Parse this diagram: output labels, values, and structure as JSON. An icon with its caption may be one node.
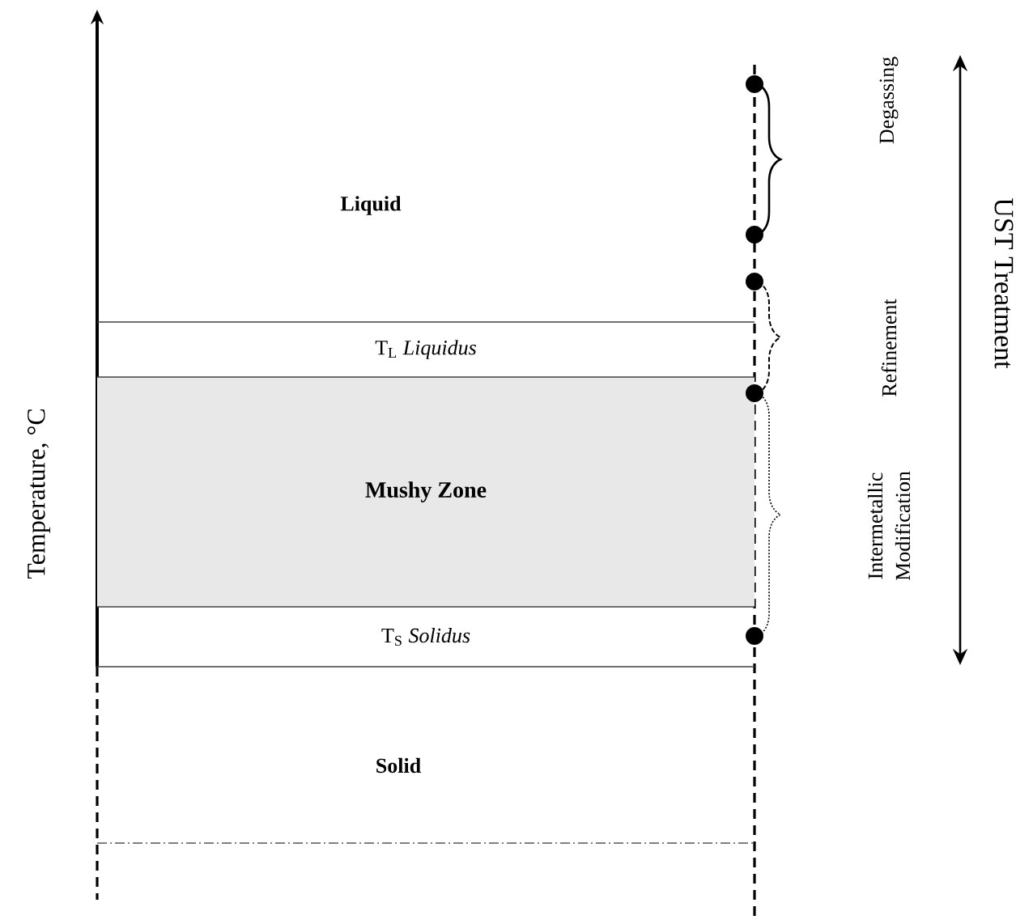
{
  "diagram": {
    "nodes": [
      {
        "text": [
          "T$_{L}$ *Liquidus*"
        ]
      },
      {
        "text": [
          "Mushy Zone"
        ]
      },
      {
        "text": [
          "T$_{S}$ *Solidus*"
        ]
      }
    ],
    "labels": [
      "Liquid",
      "Solid",
      "Degassing",
      "Refinement",
      "Intermetallic Modification",
      "UST Treatment",
      "Temperature, °C"
    ]
  }
}
